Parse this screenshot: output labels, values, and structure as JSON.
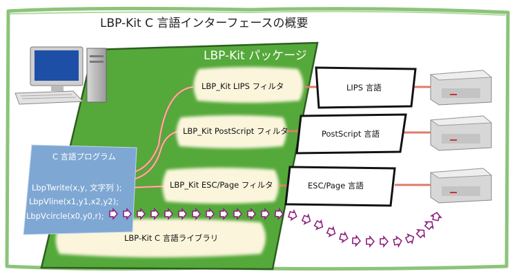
{
  "title": "LBP-Kit C 言語インターフェースの概要",
  "package_label": "LBP-Kit パッケージ",
  "program": {
    "title": "C 言語プログラム",
    "lines": [
      "LbpTwrite(x,y, 文字列 );",
      "LbpVline(x1,y1,x2,y2);",
      "LbpVcircle(x0,y0,r);"
    ]
  },
  "filters": [
    "LBP_Kit LIPS フィルタ",
    "LBP_Kit PostScript フィルタ",
    "LBP_Kit ESC/Page フィルタ"
  ],
  "languages": [
    "LIPS 言語",
    "PostScript 言語",
    "ESC/Page 言語"
  ],
  "library": "LBP-Kit C 言語ライブラリ",
  "icons": [
    "desktop-computer-icon",
    "printer-icon"
  ],
  "colors": {
    "frame_green": "#8cc47a",
    "package_green": "#54a93a",
    "program_blue": "#7fa7d3",
    "filter_cream": "#fbf5dc",
    "connector_red": "#e07a6a",
    "arrow_purple": "#8e1f7c"
  }
}
